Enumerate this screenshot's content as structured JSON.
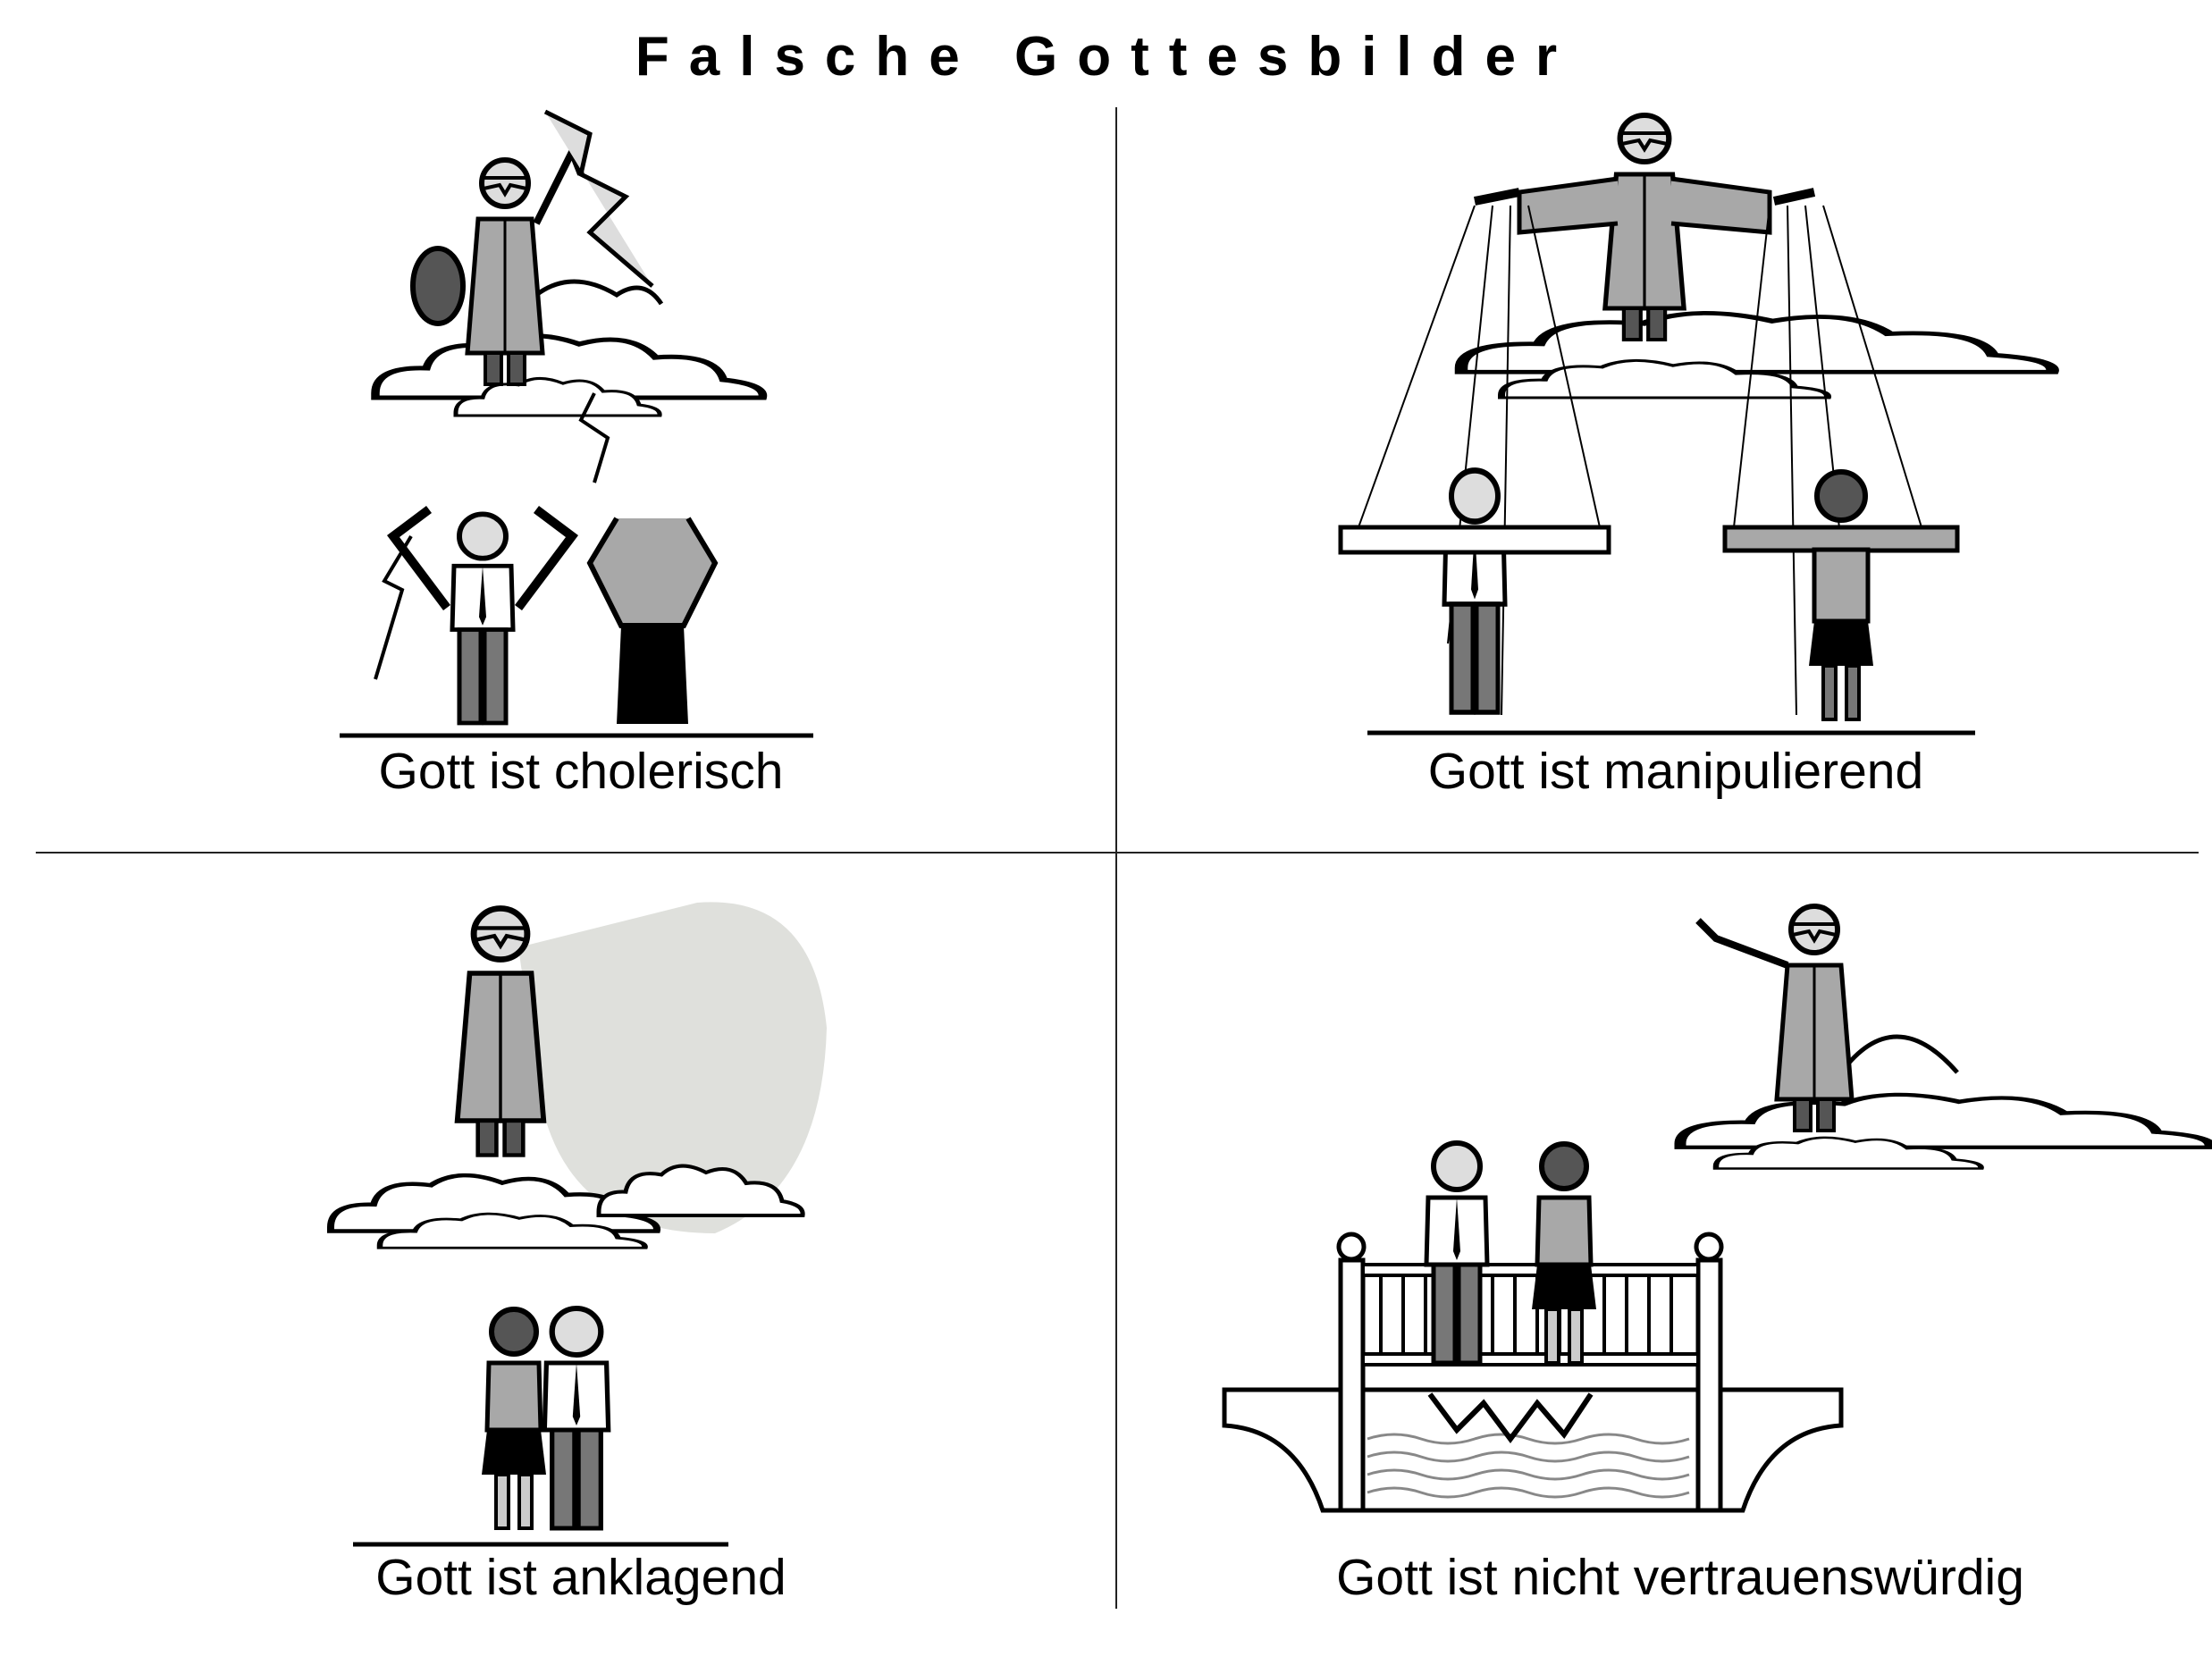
{
  "title": "Falsche Gottesbilder",
  "panels": [
    {
      "caption": "Gott ist cholerisch",
      "icon": "angry-god-lightning-illustration"
    },
    {
      "caption": "Gott ist manipulierend",
      "icon": "puppet-master-god-illustration"
    },
    {
      "caption": "Gott ist anklagend",
      "icon": "accusing-god-illustration"
    },
    {
      "caption": "Gott ist nicht vertrauenswürdig",
      "icon": "untrustworthy-god-broken-bridge-illustration"
    }
  ],
  "colors": {
    "robe": "#a8a8a8",
    "dark": "#555555",
    "light": "#e0e0e0",
    "shadow": "#dfe0dc"
  }
}
